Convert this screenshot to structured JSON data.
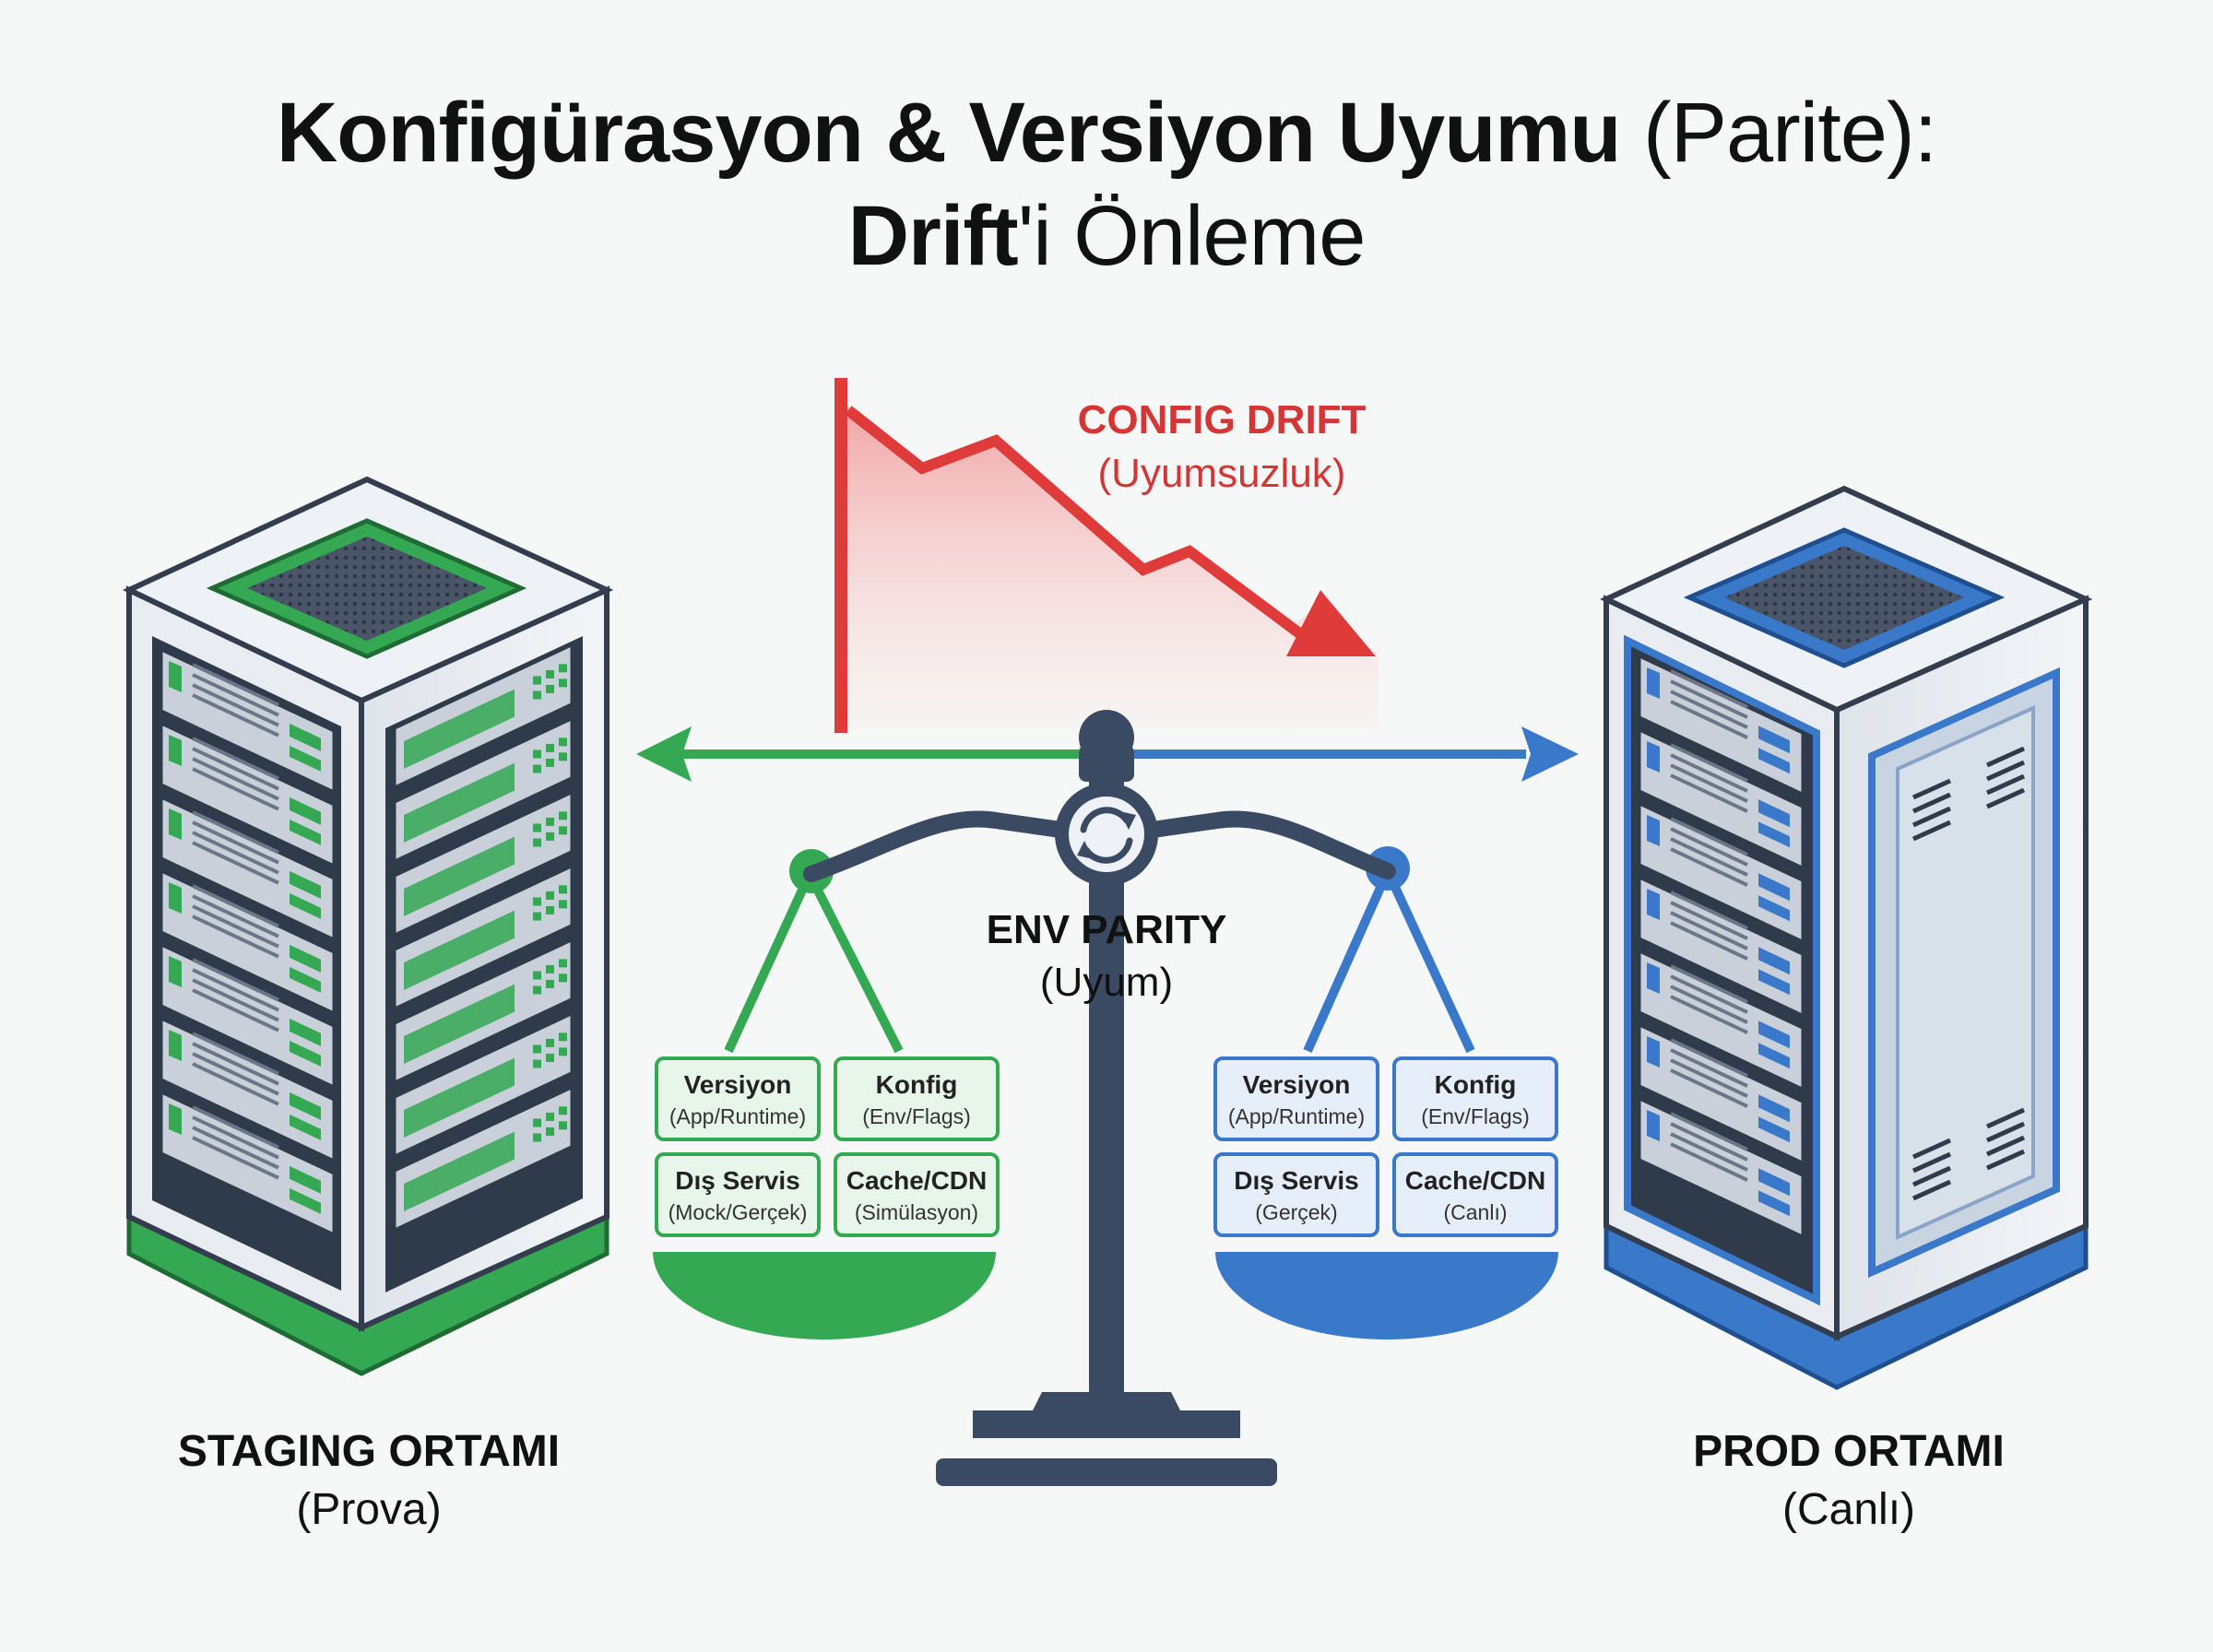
{
  "title": {
    "line1_bold": "Konfigürasyon & Versiyon Uyumu",
    "line1_normal": " (Parite):",
    "line2_bold": "Drift",
    "line2_normal": "'i Önleme"
  },
  "drift": {
    "label": "CONFIG DRIFT",
    "sublabel": "(Uyumsuzluk)"
  },
  "parity": {
    "label": "ENV PARITY",
    "sublabel": "(Uyum)"
  },
  "staging": {
    "label": "STAGING ORTAMI",
    "sublabel": "(Prova)",
    "cards": [
      {
        "title": "Versiyon",
        "sub": "(App/Runtime)"
      },
      {
        "title": "Konfig",
        "sub": "(Env/Flags)"
      },
      {
        "title": "Dış Servis",
        "sub": "(Mock/Gerçek)"
      },
      {
        "title": "Cache/CDN",
        "sub": "(Simülasyon)"
      }
    ]
  },
  "prod": {
    "label": "PROD ORTAMI",
    "sublabel": "(Canlı)",
    "cards": [
      {
        "title": "Versiyon",
        "sub": "(App/Runtime)"
      },
      {
        "title": "Konfig",
        "sub": "(Env/Flags)"
      },
      {
        "title": "Dış Servis",
        "sub": "(Gerçek)"
      },
      {
        "title": "Cache/CDN",
        "sub": "(Canlı)"
      }
    ]
  },
  "colors": {
    "green": "#34a853",
    "blue": "#3a78c9",
    "red": "#e03b3b",
    "navy": "#3b4a63"
  },
  "icons": {
    "sync": "sync-arrows-icon",
    "staging_server": "server-rack-icon",
    "prod_server": "server-rack-icon"
  }
}
